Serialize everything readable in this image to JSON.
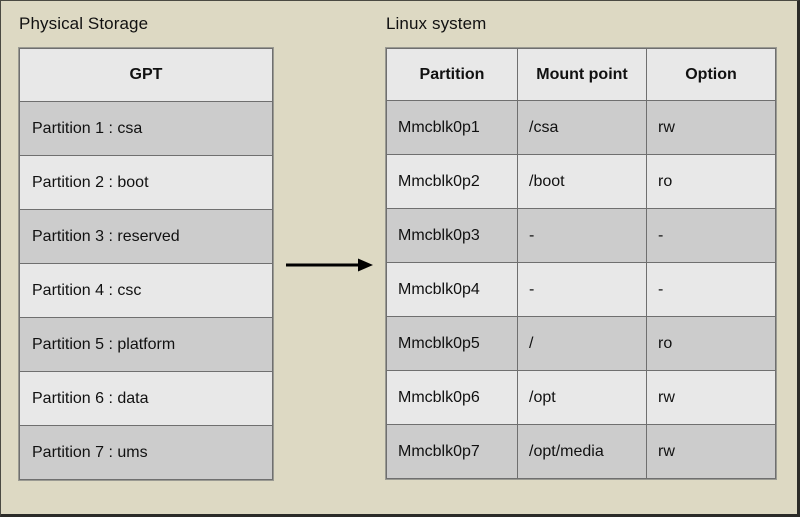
{
  "diagram": {
    "background_color": "#DDD9C3",
    "frame_border_color": "#2b2b28",
    "row_dark_color": "#CCCCCC",
    "row_light_color": "#E8E8E8",
    "arrow_color": "#000000"
  },
  "left_panel": {
    "title": "Physical Storage",
    "table": {
      "header": "GPT",
      "rows": [
        "Partition 1 : csa",
        "Partition 2 : boot",
        "Partition 3 : reserved",
        "Partition 4 : csc",
        "Partition 5 : platform",
        "Partition 6 : data",
        "Partition 7 : ums"
      ]
    }
  },
  "arrow": {
    "icon": "right-arrow-icon",
    "direction": "right"
  },
  "right_panel": {
    "title": "Linux system",
    "table": {
      "headers": [
        "Partition",
        "Mount point",
        "Option"
      ],
      "rows": [
        {
          "partition": "Mmcblk0p1",
          "mount_point": "/csa",
          "option": "rw"
        },
        {
          "partition": "Mmcblk0p2",
          "mount_point": "/boot",
          "option": "ro"
        },
        {
          "partition": "Mmcblk0p3",
          "mount_point": "-",
          "option": "-"
        },
        {
          "partition": "Mmcblk0p4",
          "mount_point": "-",
          "option": "-"
        },
        {
          "partition": "Mmcblk0p5",
          "mount_point": "/",
          "option": "ro"
        },
        {
          "partition": "Mmcblk0p6",
          "mount_point": "/opt",
          "option": "rw"
        },
        {
          "partition": "Mmcblk0p7",
          "mount_point": "/opt/media",
          "option": "rw"
        }
      ]
    }
  }
}
